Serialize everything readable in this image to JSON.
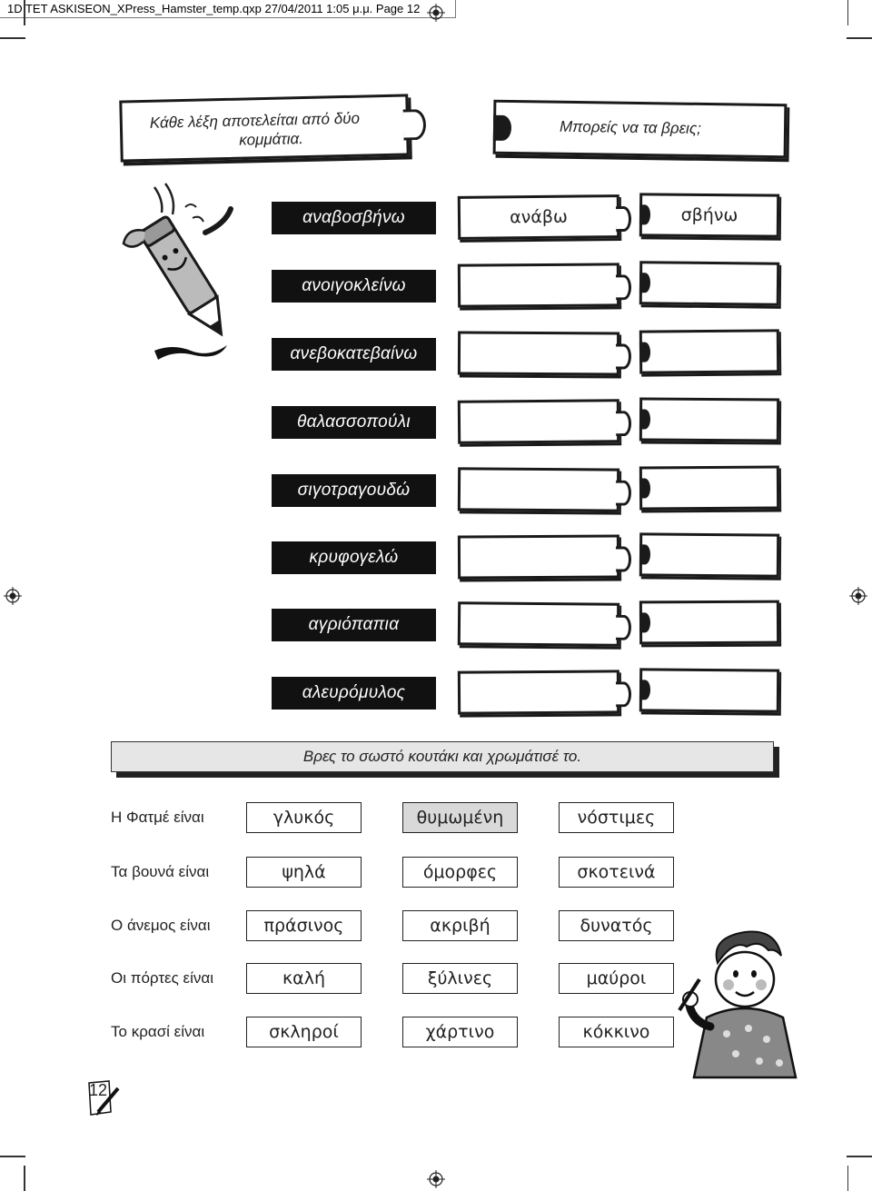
{
  "slug": {
    "text": "1D TET ASKISEON_XPress_Hamster_temp.qxp   27/04/2011   1:05 μ.μ.   Page 12"
  },
  "banners": {
    "left_line1": "Κάθε λέξη αποτελείται από δύο",
    "left_line2": "κομμάτια.",
    "right": "Μπορείς να τα βρεις;"
  },
  "words": [
    {
      "word": "αναβοσβήνω",
      "part1": "ανάβω",
      "part2": "σβήνω"
    },
    {
      "word": "ανοιγοκλείνω",
      "part1": "",
      "part2": ""
    },
    {
      "word": "ανεβοκατεβαίνω",
      "part1": "",
      "part2": ""
    },
    {
      "word": "θαλασσοπούλι",
      "part1": "",
      "part2": ""
    },
    {
      "word": "σιγοτραγουδώ",
      "part1": "",
      "part2": ""
    },
    {
      "word": "κρυφογελώ",
      "part1": "",
      "part2": ""
    },
    {
      "word": "αγριόπαπια",
      "part1": "",
      "part2": ""
    },
    {
      "word": "αλευρόμυλος",
      "part1": "",
      "part2": ""
    }
  ],
  "instruction": "Βρες το σωστό κουτάκι και χρωμάτισέ το.",
  "sentences": [
    {
      "label": "Η Φατμέ είναι",
      "options": [
        "γλυκός",
        "θυμωμένη",
        "νόστιμες"
      ],
      "highlighted": 1
    },
    {
      "label": "Τα βουνά είναι",
      "options": [
        "ψηλά",
        "όμορφες",
        "σκοτεινά"
      ],
      "highlighted": -1
    },
    {
      "label": "Ο άνεμος είναι",
      "options": [
        "πράσινος",
        "ακριβή",
        "δυνατός"
      ],
      "highlighted": -1
    },
    {
      "label": "Οι πόρτες είναι",
      "options": [
        "καλή",
        "ξύλινες",
        "μαύροι"
      ],
      "highlighted": -1
    },
    {
      "label": "Το κρασί είναι",
      "options": [
        "σκληροί",
        "χάρτινο",
        "κόκκινο"
      ],
      "highlighted": -1
    }
  ],
  "page_number": "12",
  "colors": {
    "highlight": "#d9d9d9",
    "word_box": "#111111",
    "instruction_bg": "#e6e6e6"
  },
  "icons": [
    "pencil-character-illustration",
    "boy-writing-illustration",
    "pencil-page-icon",
    "registration-mark-icon"
  ]
}
